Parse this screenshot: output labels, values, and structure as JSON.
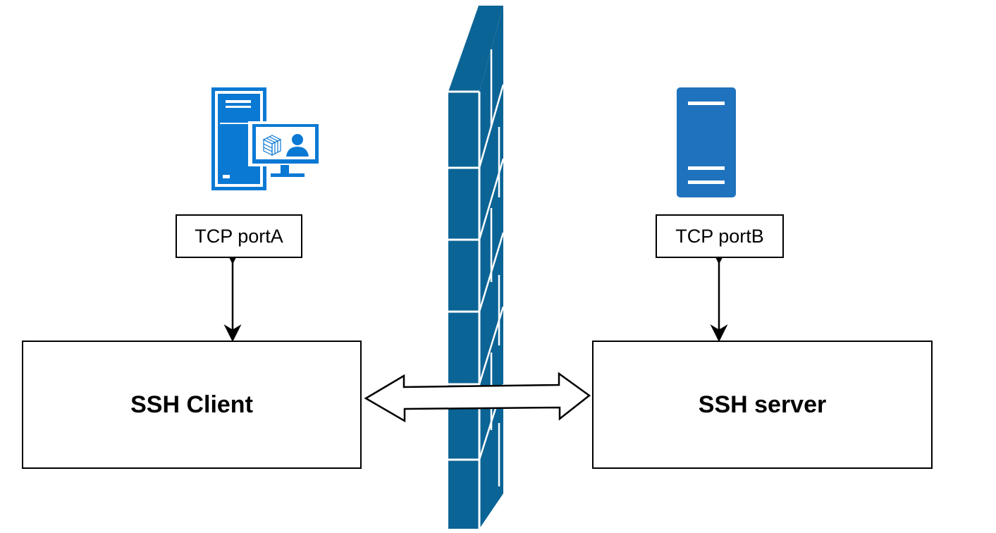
{
  "diagram": {
    "client": {
      "label": "SSH Client",
      "port_label": "TCP portA",
      "icon": "workstation-computer-icon"
    },
    "server": {
      "label": "SSH server",
      "port_label": "TCP portB",
      "icon": "server-tower-icon"
    },
    "firewall": {
      "icon": "firewall-brick-wall-icon"
    },
    "connections": [
      {
        "from": "client",
        "to": "client-port",
        "style": "bidirectional-line"
      },
      {
        "from": "server",
        "to": "server-port",
        "style": "bidirectional-line"
      },
      {
        "from": "client",
        "to": "server",
        "style": "bidirectional-block-arrow",
        "through": "firewall"
      }
    ],
    "colors": {
      "firewall_front": "#0b6496",
      "firewall_mortar": "#ffffff",
      "client_icon": "#0a79d4",
      "server_icon": "#1f72bd",
      "stroke": "#000000"
    }
  }
}
